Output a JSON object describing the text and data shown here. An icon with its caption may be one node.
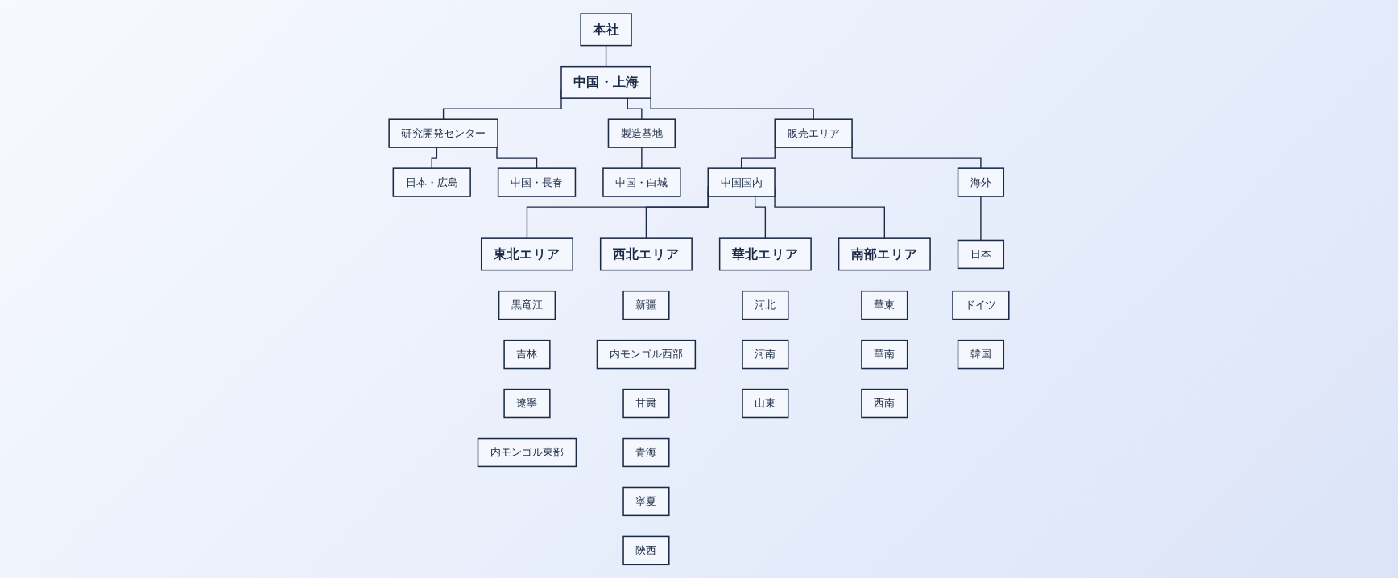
{
  "diagram": {
    "nodes": [
      {
        "text": [
          "本社"
        ]
      },
      {
        "text": [
          "中国・上海"
        ]
      },
      {
        "text": [
          "研究開発センター"
        ]
      },
      {
        "text": [
          "製造基地"
        ]
      },
      {
        "text": [
          "販売エリア"
        ]
      },
      {
        "text": [
          "日本・広島"
        ]
      },
      {
        "text": [
          "中国・長春"
        ]
      },
      {
        "text": [
          "中国・白城"
        ]
      },
      {
        "text": [
          "中国国内"
        ]
      },
      {
        "text": [
          "海外"
        ]
      },
      {
        "text": [
          "東北エリア"
        ]
      },
      {
        "text": [
          "西北エリア"
        ]
      },
      {
        "text": [
          "華北エリア"
        ]
      },
      {
        "text": [
          "南部エリア"
        ]
      },
      {
        "text": [
          "日本"
        ]
      },
      {
        "text": [
          "黒竜江"
        ]
      },
      {
        "text": [
          "吉林"
        ]
      },
      {
        "text": [
          "遼寧"
        ]
      },
      {
        "text": [
          "内モンゴル東部"
        ]
      },
      {
        "text": [
          "新疆"
        ]
      },
      {
        "text": [
          "内モンゴル西部"
        ]
      },
      {
        "text": [
          "甘粛"
        ]
      },
      {
        "text": [
          "青海"
        ]
      },
      {
        "text": [
          "寧夏"
        ]
      },
      {
        "text": [
          "陝西"
        ]
      },
      {
        "text": [
          "河北"
        ]
      },
      {
        "text": [
          "河南"
        ]
      },
      {
        "text": [
          "山東"
        ]
      },
      {
        "text": [
          "華東"
        ]
      },
      {
        "text": [
          "華南"
        ]
      },
      {
        "text": [
          "西南"
        ]
      },
      {
        "text": [
          "ドイツ"
        ]
      },
      {
        "text": [
          "韓国"
        ]
      }
    ],
    "edges": [
      {
        "from": 0,
        "to": 1,
        "arrow": "none"
      },
      {
        "from": 1,
        "to": 2,
        "arrow": "none"
      },
      {
        "from": 1,
        "to": 3,
        "arrow": "none"
      },
      {
        "from": 1,
        "to": 4,
        "arrow": "none"
      },
      {
        "from": 2,
        "to": 5,
        "arrow": "none"
      },
      {
        "from": 2,
        "to": 6,
        "arrow": "none"
      },
      {
        "from": 3,
        "to": 7,
        "arrow": "none"
      },
      {
        "from": 4,
        "to": 8,
        "arrow": "none"
      },
      {
        "from": 4,
        "to": 9,
        "arrow": "none"
      },
      {
        "from": 8,
        "to": 10,
        "arrow": "none"
      },
      {
        "from": 8,
        "to": 11,
        "arrow": "none"
      },
      {
        "from": 8,
        "to": 12,
        "arrow": "none"
      },
      {
        "from": 8,
        "to": 13,
        "arrow": "none"
      },
      {
        "from": 9,
        "to": 14,
        "arrow": "none"
      }
    ]
  }
}
